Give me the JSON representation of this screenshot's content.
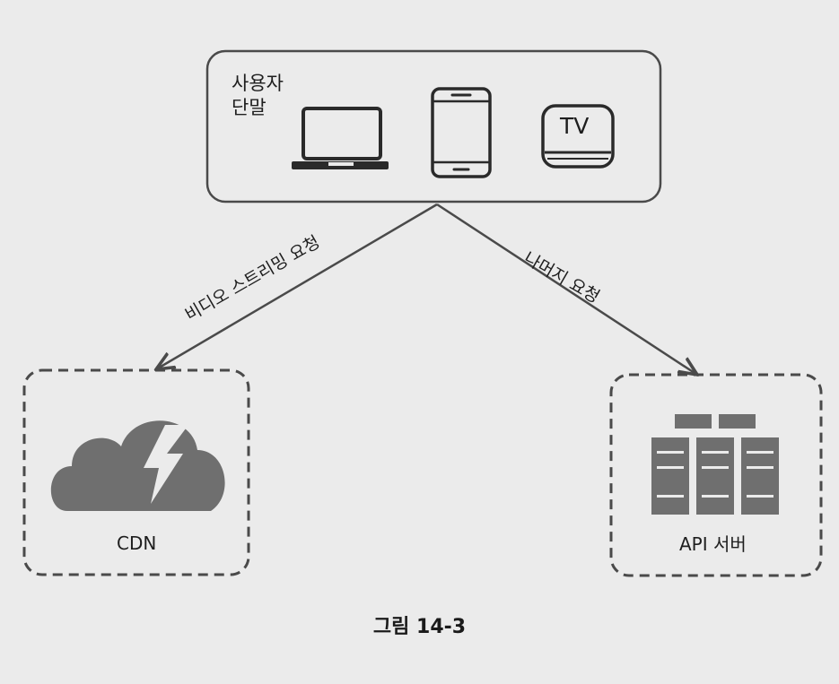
{
  "user_devices": {
    "label_line1": "사용자",
    "label_line2": "단말",
    "tv_text": "TV",
    "icons": [
      "laptop-icon",
      "smartphone-icon",
      "tv-box-icon"
    ]
  },
  "edges": {
    "to_cdn": "비디오 스트리밍 요청",
    "to_api": "나머지 요청"
  },
  "cdn": {
    "label": "CDN",
    "icon": "cloud-lightning-icon"
  },
  "api": {
    "label": "API 서버",
    "icon": "server-rack-icon"
  },
  "caption": "그림 14-3",
  "colors": {
    "background": "#ebebeb",
    "stroke": "#4a4a4a",
    "icon_fill": "#6f6f6f",
    "device_stroke": "#2a2a2a"
  }
}
